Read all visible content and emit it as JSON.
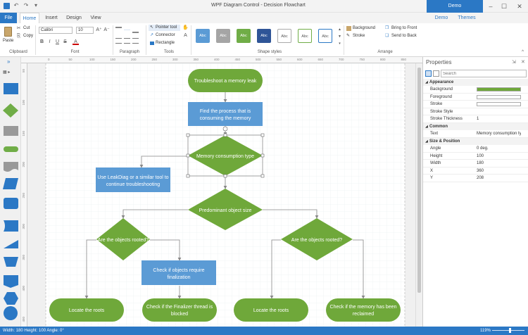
{
  "window": {
    "title": "WPF Diagram Control - Decision Flowchart",
    "badge": "Demo"
  },
  "quick_access": {
    "undo": "↶",
    "redo": "↷",
    "customize": "▾"
  },
  "tabs": {
    "file": "File",
    "home": "Home",
    "insert": "Insert",
    "design": "Design",
    "view": "View",
    "demo": "Demo",
    "themes": "Themes"
  },
  "ribbon": {
    "clipboard": {
      "label": "Clipboard",
      "paste": "Paste",
      "cut": "Cut",
      "copy": "Copy"
    },
    "font": {
      "label": "Font",
      "family": "Calibri",
      "size": "10",
      "grow": "A⁺",
      "shrink": "A⁻",
      "bold": "B",
      "italic": "I",
      "underline": "U",
      "strike": "S",
      "color": "A"
    },
    "paragraph": {
      "label": "Paragraph"
    },
    "tools": {
      "label": "Tools",
      "pointer": "Pointer tool",
      "connector": "Connector",
      "rectangle": "Rectangle"
    },
    "shape_styles": {
      "label": "Shape styles",
      "abc": "Abc"
    },
    "arrange": {
      "label": "Arrange",
      "background": "Background",
      "stroke": "Stroke",
      "bring_front": "Bring to Front",
      "send_back": "Send to Back"
    }
  },
  "colors": {
    "accent": "#2b78c5",
    "green": "#6fa83a",
    "blue": "#5b9bd5"
  },
  "ruler": {
    "top": [
      "0",
      "50",
      "100",
      "150",
      "200",
      "250",
      "300",
      "350",
      "400",
      "450",
      "500",
      "550",
      "600",
      "650",
      "700",
      "750",
      "800",
      "850"
    ],
    "left": [
      "50",
      "100",
      "150",
      "200",
      "250",
      "300",
      "350",
      "400",
      "450"
    ]
  },
  "diagram": {
    "start": "Troubleshoot a memory leak",
    "find": [
      "Find the process that is",
      "consuming the memory"
    ],
    "consumption": "Memory consumption type",
    "leakdiag": [
      "Use LeakDiag or a similar tool to",
      "continue troubleshooting"
    ],
    "predominant": "Predominant object size",
    "rooted_left": "Are the objects rooted?",
    "rooted_right": "Are the objects rooted?",
    "require": [
      "Check if objects require",
      "finalization"
    ],
    "locate1": "Locate the roots",
    "finalizer": [
      "Check if the Finalizer thread is",
      "blocked"
    ],
    "locate2": "Locate the roots",
    "reclaimed": [
      "Check if the memory has been",
      "reclaimed"
    ]
  },
  "properties": {
    "title": "Properties",
    "search_placeholder": "Search",
    "sections": {
      "appearance": "Appearance",
      "common": "Common",
      "size": "Size & Position"
    },
    "rows": {
      "background": "Background",
      "foreground": "Foreground",
      "stroke": "Stroke",
      "stroke_style": "Stroke Style",
      "stroke_thickness": "Stroke Thickness",
      "stroke_thickness_val": "1",
      "text": "Text",
      "text_val": "Memory consumption type",
      "angle": "Angle",
      "angle_val": "0 deg.",
      "height": "Height",
      "height_val": "100",
      "width": "Width",
      "width_val": "180",
      "x": "X",
      "x_val": "360",
      "y": "Y",
      "y_val": "208"
    }
  },
  "status": {
    "info": "Width: 180  Height: 100  Angle: 0°",
    "zoom": "119%"
  }
}
